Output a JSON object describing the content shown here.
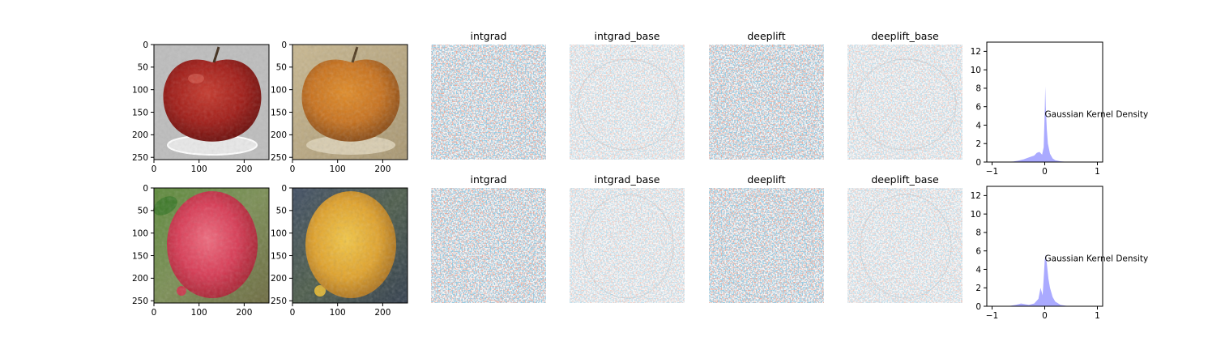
{
  "figure": {
    "column_titles": [
      "",
      "",
      "intgrad",
      "intgrad_base",
      "deeplift",
      "deeplift_base",
      ""
    ]
  },
  "images": {
    "axis": {
      "xticks": [
        0,
        100,
        200
      ],
      "yticks": [
        0,
        50,
        100,
        150,
        200,
        250
      ],
      "xlim": [
        0,
        255
      ],
      "ylim": [
        255,
        0
      ]
    },
    "rows": [
      {
        "original": "red apple on grey background",
        "generated": "orange-tinted apple, translated"
      },
      {
        "original": "red apple with water droplets on leaves",
        "generated": "yellow-orange apple, translated"
      }
    ]
  },
  "colors": {
    "density_fill": "#aaaaff",
    "diverging_positive": "#d6604d",
    "diverging_negative": "#4393c3",
    "map_background": "#f7f7f7"
  },
  "chart_data": [
    {
      "type": "area",
      "title": "",
      "annotation": "Gaussian Kernel Density",
      "xlabel": "",
      "ylabel": "",
      "xlim": [
        -1.1,
        1.1
      ],
      "ylim": [
        0,
        13
      ],
      "xticks": [
        -1,
        0,
        1
      ],
      "yticks": [
        0,
        2,
        4,
        6,
        8,
        10,
        12
      ],
      "series": [
        {
          "x": [
            -0.8,
            -0.6,
            -0.5,
            -0.4,
            -0.3,
            -0.25,
            -0.2,
            -0.15,
            -0.1,
            -0.05,
            -0.02,
            0.0,
            0.01,
            0.02,
            0.04,
            0.06,
            0.1,
            0.15,
            0.2,
            0.3,
            0.4,
            0.5
          ],
          "y": [
            0.0,
            0.05,
            0.15,
            0.3,
            0.5,
            0.6,
            0.7,
            1.0,
            1.1,
            0.8,
            1.6,
            5.5,
            8.2,
            6.0,
            3.5,
            2.0,
            0.9,
            0.4,
            0.2,
            0.08,
            0.03,
            0.0
          ]
        }
      ]
    },
    {
      "type": "area",
      "title": "",
      "annotation": "Gaussian Kernel Density",
      "xlabel": "",
      "ylabel": "",
      "xlim": [
        -1.1,
        1.1
      ],
      "ylim": [
        0,
        13
      ],
      "xticks": [
        -1,
        0,
        1
      ],
      "yticks": [
        0,
        2,
        4,
        6,
        8,
        10,
        12
      ],
      "series": [
        {
          "x": [
            -0.7,
            -0.55,
            -0.45,
            -0.35,
            -0.3,
            -0.2,
            -0.12,
            -0.08,
            -0.04,
            -0.02,
            0.0,
            0.02,
            0.04,
            0.07,
            0.1,
            0.15,
            0.2,
            0.3,
            0.4,
            0.5
          ],
          "y": [
            0.0,
            0.15,
            0.3,
            0.2,
            0.15,
            0.3,
            0.8,
            2.0,
            1.2,
            3.0,
            5.0,
            5.6,
            4.6,
            3.0,
            2.0,
            1.0,
            0.5,
            0.15,
            0.05,
            0.0
          ]
        }
      ]
    }
  ]
}
